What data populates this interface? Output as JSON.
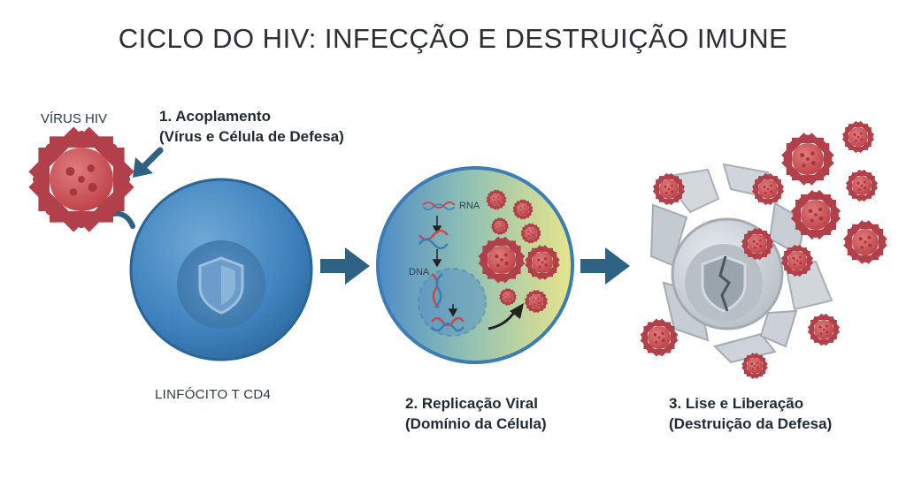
{
  "title": "CICLO DO HIV: INFECÇÃO E DESTRUIÇÃO IMUNE",
  "labels": {
    "virus": "VÍRUS HIV",
    "lymphocyte": "LINFÓCITO T CD4",
    "rna": "RNA",
    "dna": "DNA"
  },
  "steps": [
    {
      "title": "1. Acoplamento",
      "subtitle": "(Vírus e Célula de Defesa)"
    },
    {
      "title": "2. Replicação Viral",
      "subtitle": "(Domínio da Célula)"
    },
    {
      "title": "3. Lise e Liberação",
      "subtitle": "(Destruição da Defesa)"
    }
  ],
  "colors": {
    "cell_blue": "#3f82bd",
    "arrow": "#2d6283",
    "virus_red": "#c9484d",
    "debris_gray": "#c6ccd1"
  },
  "icons": [
    "shield-icon",
    "broken-shield-icon",
    "virus-icon",
    "dna-helix-icon",
    "arrow-right-icon"
  ]
}
